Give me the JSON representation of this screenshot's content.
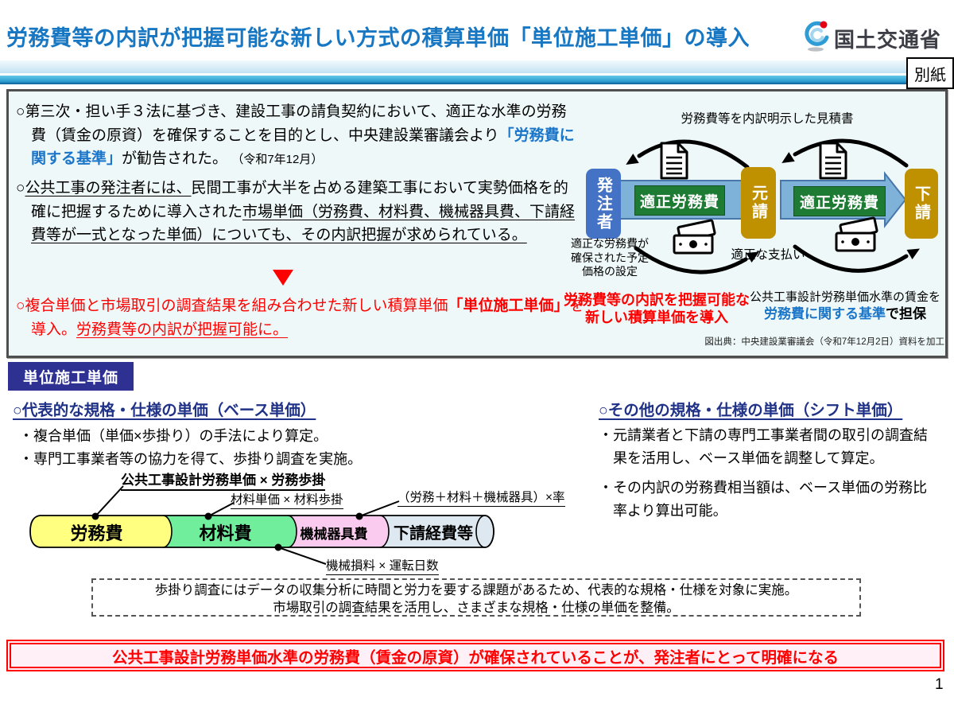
{
  "header": {
    "title": "労務費等の内訳が把握可能な新しい方式の積算単価「単位施工単価」の導入",
    "agency": "国土交通省",
    "attachment": "別紙"
  },
  "intro": {
    "p1": {
      "pre": "○第三次・担い手３法に基づき、建設工事の請負契約において、適正な水準の労務費（賃金の原資）を確保することを目的とし、中央建設業審議会より",
      "standard": "「労務費に関する基準」",
      "post": "が勧告された。",
      "date": "（令和7年12月）"
    },
    "p2": {
      "marker": "○",
      "underline1": "公共工事の発注者には、",
      "mid": "民間工事が大半を占める建築工事において実勢価格を的確に把握するために導入された",
      "underline2": "市場単価（労務費、材料費、機械器具費、下請経費等が一式となった単価）についても、その内訳把握が求められている。"
    },
    "p3": {
      "pre": "○複合単価と市場取引の調査結果を組み合わせた新しい積算単価",
      "bold": "「単位施工単価」",
      "mid": "を導入。",
      "underline": "労務費等の内訳が把握可能に。"
    }
  },
  "diagram": {
    "top_label": "労務費等を内訳明示した見積書",
    "owner": "発注者",
    "prime": "元請",
    "sub": "下請",
    "fair_labor_1": "適正労務費",
    "fair_labor_2": "適正労務費",
    "note_price_l1": "適正な労務費が",
    "note_price_l2": "確保された予定",
    "note_price_l3": "価格の設定",
    "note_payment": "適正な支払い",
    "red_note_l1": "労務費等の内訳を把握可能な",
    "red_note_l2": "新しい積算単価を導入",
    "guarantee_l1": "公共工事設計労務単価水準の賃金を",
    "guarantee_blue": "労務費に関する基準",
    "guarantee_tail": "で担保",
    "source": "図出典：中央建設業審議会（令和7年12月2日）資料を加工"
  },
  "section": {
    "badge": "単位施工単価",
    "base": {
      "heading": "○代表的な規格・仕様の単価（ベース単価）",
      "bullet1": "・複合単価（単価×歩掛り）の手法により算定。",
      "bullet2": "・専門工事業者等の協力を得て、歩掛り調査を実施。"
    },
    "shift": {
      "heading": "○その他の規格・仕様の単価（シフト単価）",
      "bullet1": "・元請業者と下請の専門工事業者間の取引の調査結果を活用し、ベース単価を調整して算定。",
      "bullet2": "・その内訳の労務費相当額は、ベース単価の労務比率より算出可能。"
    }
  },
  "bar": {
    "formula_labor": "公共工事設計労務単価 × 労務歩掛",
    "formula_material": "材料単価 × 材料歩掛",
    "formula_subcontract": "（労務＋材料＋機械器具）×率",
    "formula_machine": "機械損料 × 運転日数",
    "seg_labor": "労務費",
    "seg_material": "材料費",
    "seg_machine": "機械器具費",
    "seg_subcontract": "下請経費等",
    "colors": {
      "labor": "#FFFF80",
      "material": "#70EE9C",
      "machine": "#FACBEF",
      "subcontract": "#DDE8F0"
    }
  },
  "note_box": {
    "line1": "歩掛り調査にはデータの収集分析に時間と労力を要する課題があるため、代表的な規格・仕様を対象に実施。",
    "line2": "市場取引の調査結果を活用し、さまざまな規格・仕様の単価を整備。"
  },
  "conclusion": "公共工事設計労務単価水準の労務費（賃金の原資）が確保されていることが、発注者にとって明確になる",
  "page_number": "1"
}
